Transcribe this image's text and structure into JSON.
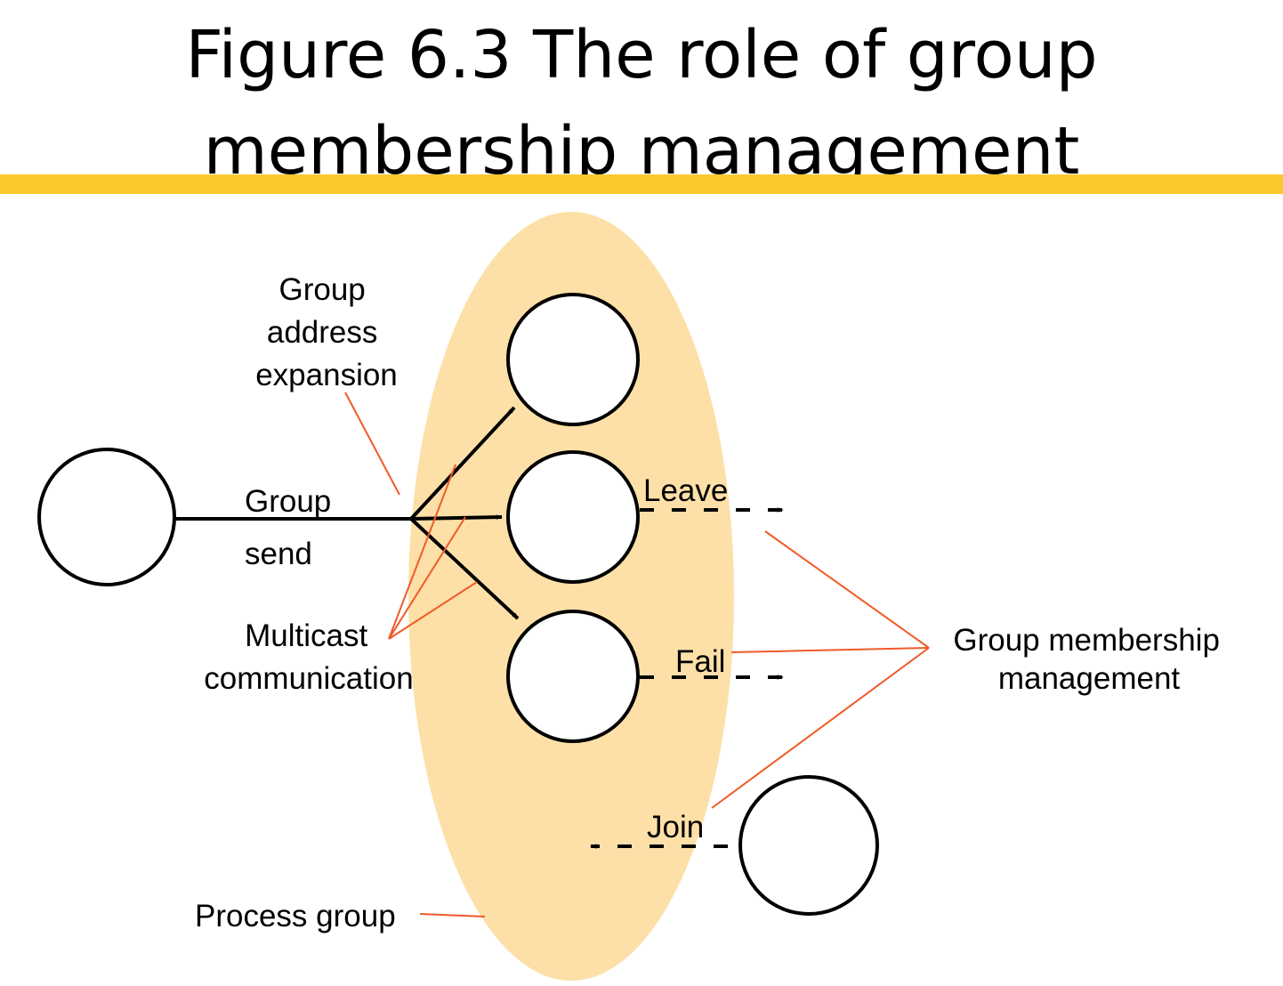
{
  "slide": {
    "title_line1": "Figure 6.3 The role of group",
    "title_line2": "membership management",
    "accent_color": "#fcc92c"
  },
  "diagram": {
    "group_fill_color": "#fde0a8",
    "annotation_line_color": "#f05a28",
    "labels": {
      "group_address_expansion": [
        "Group",
        "address",
        "expansion"
      ],
      "group_send": [
        "Group",
        "send"
      ],
      "multicast_communication": [
        "Multicast",
        "communication"
      ],
      "leave": "Leave",
      "fail": "Fail",
      "join": "Join",
      "group_membership_management": [
        "Group membership",
        "management"
      ],
      "process_group": "Process group"
    }
  }
}
